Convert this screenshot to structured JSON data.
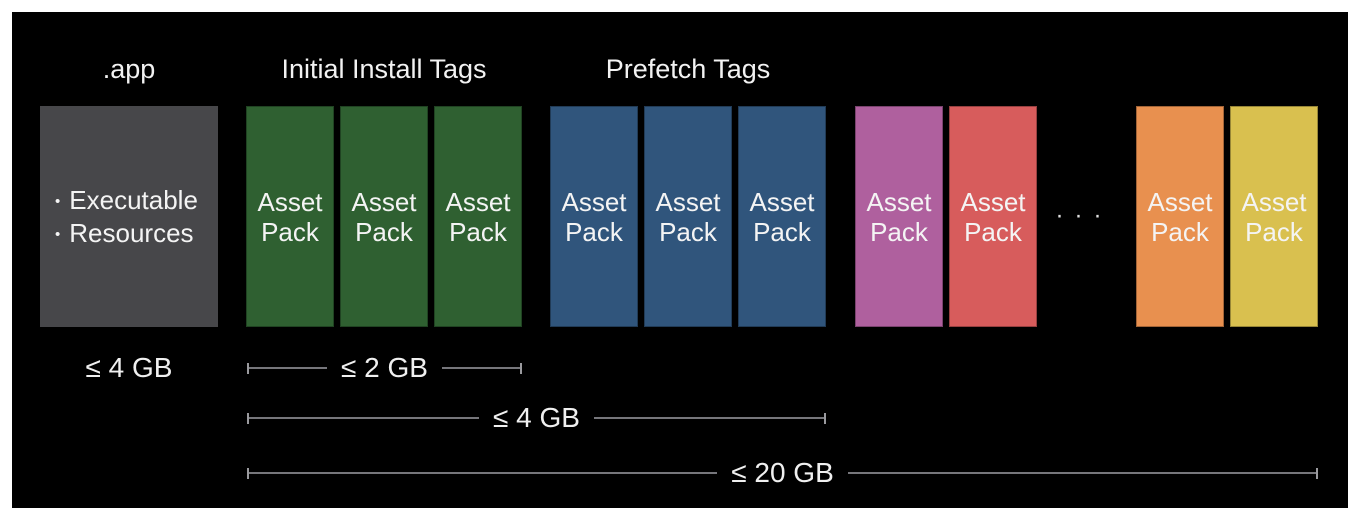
{
  "panel": {
    "page_background": "#ffffff",
    "background": "#000000"
  },
  "headers": {
    "app": ".app",
    "initial_install": "Initial Install Tags",
    "prefetch": "Prefetch Tags"
  },
  "app_bundle": {
    "bullet": "•",
    "items": [
      "Executable",
      "Resources"
    ],
    "color": "#47474a",
    "size_label": "≤ 4 GB"
  },
  "asset_pack": {
    "line1": "Asset",
    "line2": "Pack"
  },
  "groups": {
    "initial_install_color": "#2f6031",
    "prefetch_color": "#30557c",
    "extra_colors": [
      "#af609e",
      "#d75c5c",
      "#e8904f",
      "#d9c04f"
    ]
  },
  "ellipsis": "···",
  "measurements": [
    {
      "label": "≤ 2 GB"
    },
    {
      "label": "≤ 4 GB"
    },
    {
      "label": "≤ 20 GB"
    }
  ],
  "line_color": "#76767b"
}
